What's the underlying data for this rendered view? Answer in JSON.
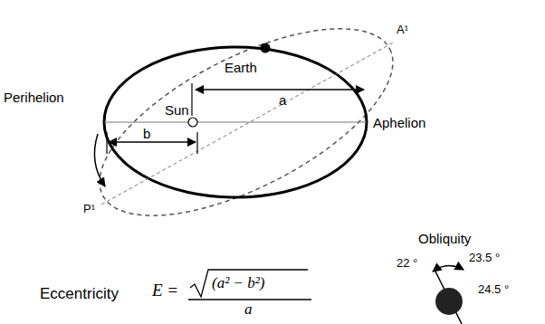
{
  "diagram": {
    "labels": [
      "Earth",
      "Sun",
      "a",
      "Perihelion",
      "b",
      "Aphelion",
      "A¹",
      "P¹",
      "Obliquity",
      "22 °",
      "23.5 °",
      "24.5 °",
      "Eccentricity",
      "E =",
      "(a² − b²)",
      "a"
    ]
  }
}
